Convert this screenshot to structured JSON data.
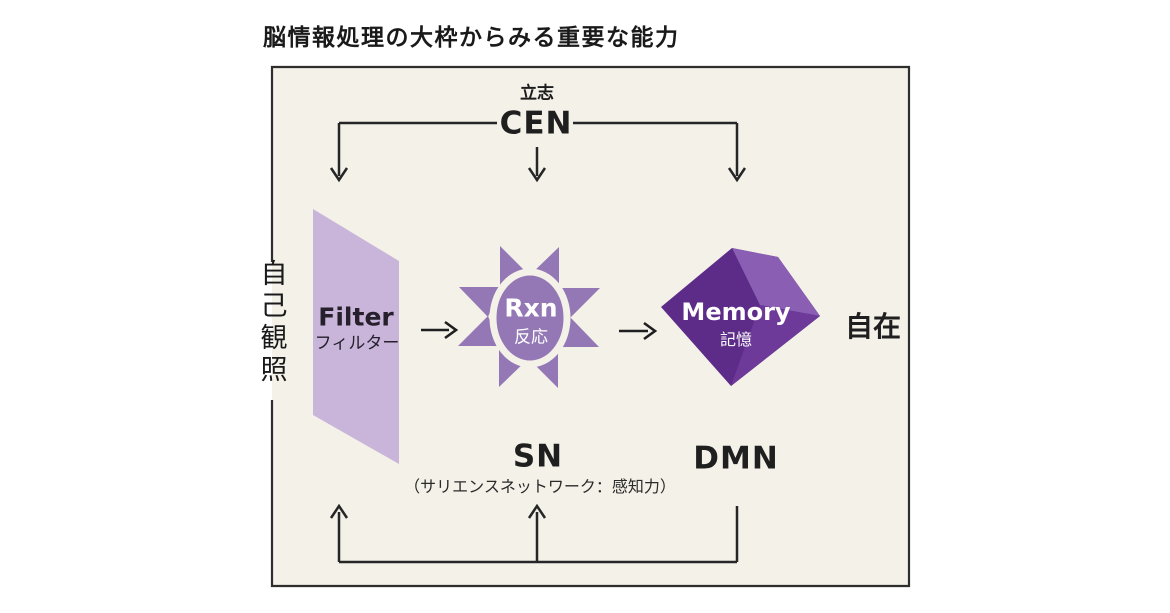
{
  "title": "脳情報処理の大枠からみる重要な能力",
  "diagram": {
    "top": {
      "aspiration": "立志",
      "network": "CEN"
    },
    "left_vertical": "自己観照",
    "nodes": {
      "filter": {
        "en": "Filter",
        "ja": "フィルター"
      },
      "reaction": {
        "en": "Rxn",
        "ja": "反応"
      },
      "memory": {
        "en": "Memory",
        "ja": "記憶"
      }
    },
    "right_label": "自在",
    "bottom": {
      "sn": "SN",
      "sn_note": "（サリエンスネットワーク：感知力）",
      "dmn": "DMN"
    }
  },
  "colors": {
    "box_background": "#f4f1e9",
    "filter_purple": "#c9b5da",
    "sun_purple": "#9478b5",
    "gem_deep_purple": "#5d2b88",
    "gem_light_purple": "#8a5fb3",
    "gem_mid_purple": "#6d3a99",
    "line_black": "#262626"
  }
}
